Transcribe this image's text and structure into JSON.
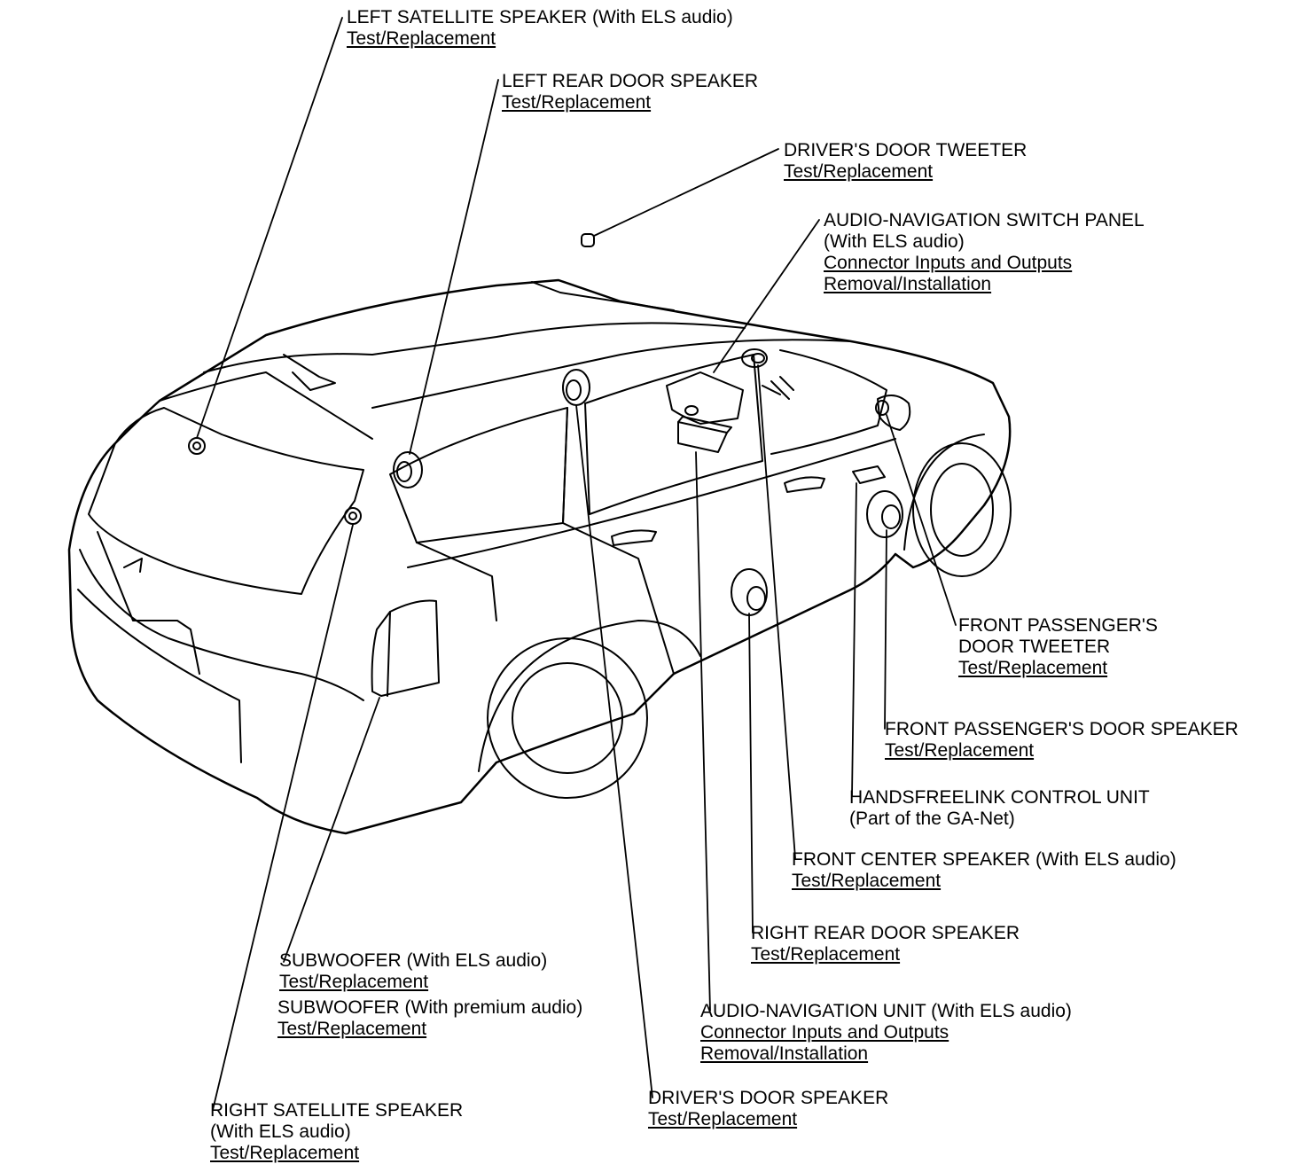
{
  "callouts": {
    "left_satellite": {
      "title": "LEFT SATELLITE SPEAKER (With ELS audio)",
      "links": [
        "Test/Replacement"
      ]
    },
    "left_rear_door": {
      "title": "LEFT REAR DOOR SPEAKER",
      "links": [
        "Test/Replacement"
      ]
    },
    "drivers_door_tweeter": {
      "title": "DRIVER'S DOOR TWEETER",
      "links": [
        "Test/Replacement"
      ]
    },
    "audio_nav_switch_panel": {
      "title": "AUDIO-NAVIGATION SWITCH PANEL",
      "subtitle": "(With ELS audio)",
      "links": [
        "Connector Inputs and Outputs",
        "Removal/Installation"
      ]
    },
    "front_passenger_tweeter": {
      "title": "FRONT PASSENGER'S",
      "title2": "DOOR TWEETER",
      "links": [
        "Test/Replacement"
      ]
    },
    "front_passenger_speaker": {
      "title": "FRONT PASSENGER'S DOOR SPEAKER",
      "links": [
        "Test/Replacement"
      ]
    },
    "handsfreelink": {
      "title": "HANDSFREELINK CONTROL UNIT",
      "subtitle": "(Part of the GA-Net)"
    },
    "front_center": {
      "title": "FRONT CENTER SPEAKER (With ELS audio)",
      "links": [
        "Test/Replacement"
      ]
    },
    "right_rear_door": {
      "title": "RIGHT REAR DOOR SPEAKER",
      "links": [
        "Test/Replacement"
      ]
    },
    "audio_nav_unit": {
      "title": "AUDIO-NAVIGATION UNIT (With ELS audio)",
      "links": [
        "Connector Inputs and Outputs",
        "Removal/Installation"
      ]
    },
    "subwoofer_els": {
      "title": "SUBWOOFER (With ELS audio)",
      "links": [
        "Test/Replacement"
      ]
    },
    "subwoofer_premium": {
      "title": "SUBWOOFER (With premium audio)",
      "links": [
        "Test/Replacement"
      ]
    },
    "drivers_door_speaker": {
      "title": "DRIVER'S DOOR SPEAKER",
      "links": [
        "Test/Replacement"
      ]
    },
    "right_satellite": {
      "title": "RIGHT SATELLITE SPEAKER",
      "subtitle": "(With ELS audio)",
      "links": [
        "Test/Replacement"
      ]
    }
  }
}
